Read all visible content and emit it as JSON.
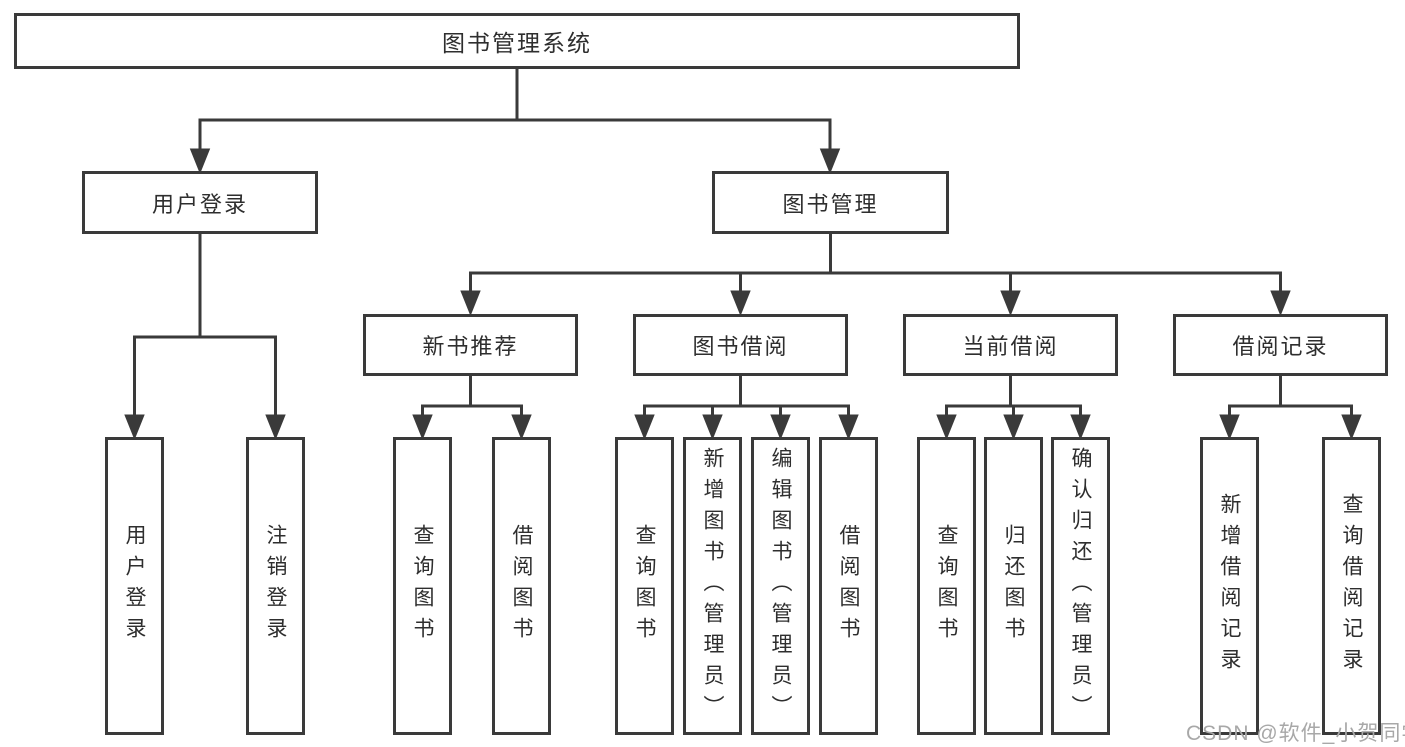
{
  "tree": {
    "label": "图书管理系统",
    "children": [
      {
        "label": "用户登录",
        "children": [
          {
            "label": "用户登录"
          },
          {
            "label": "注销登录"
          }
        ]
      },
      {
        "label": "图书管理",
        "children": [
          {
            "label": "新书推荐",
            "children": [
              {
                "label": "查询图书"
              },
              {
                "label": "借阅图书"
              }
            ]
          },
          {
            "label": "图书借阅",
            "children": [
              {
                "label": "查询图书"
              },
              {
                "label": "新增图书（管理员）"
              },
              {
                "label": "编辑图书（管理员）"
              },
              {
                "label": "借阅图书"
              }
            ]
          },
          {
            "label": "当前借阅",
            "children": [
              {
                "label": "查询图书"
              },
              {
                "label": "归还图书"
              },
              {
                "label": "确认归还（管理员）"
              }
            ]
          },
          {
            "label": "借阅记录",
            "children": [
              {
                "label": "新增借阅记录"
              },
              {
                "label": "查询借阅记录"
              }
            ]
          }
        ]
      }
    ]
  },
  "watermark": {
    "text": "CSDN @软件_小贺同学"
  },
  "colors": {
    "line": "#3a3a3a",
    "text": "#2e2e2e",
    "watermark": "#a8a8a8",
    "background": "#ffffff"
  }
}
